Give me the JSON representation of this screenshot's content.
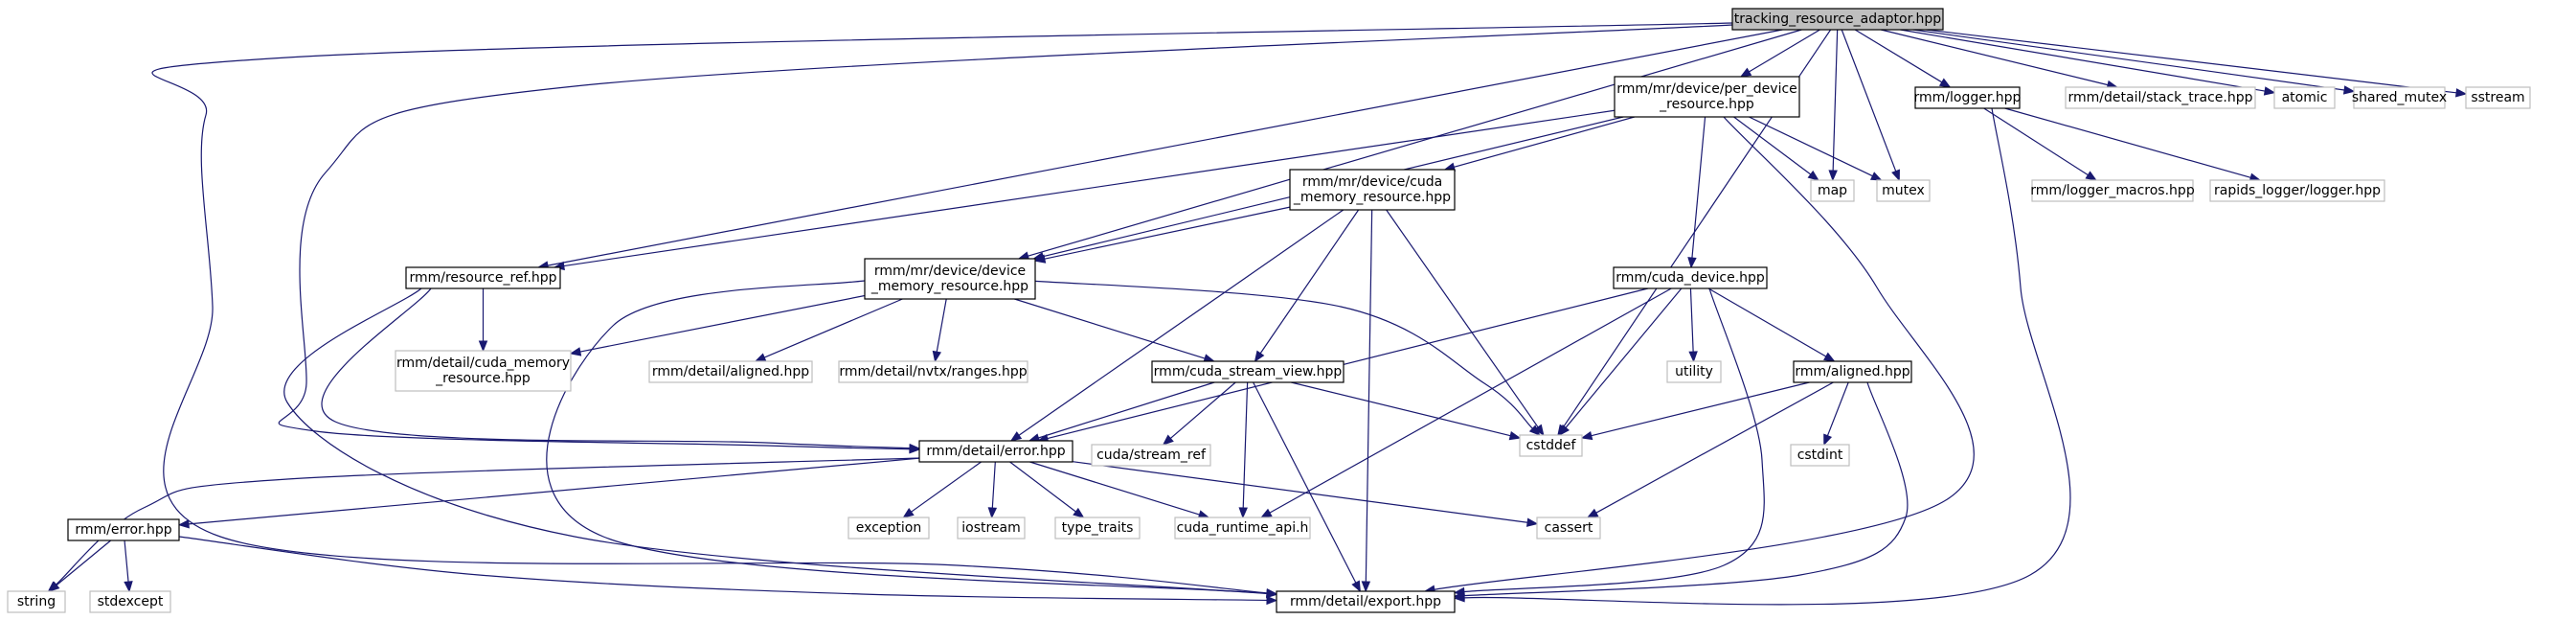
{
  "diagram": {
    "title": "tracking_resource_adaptor.hpp",
    "colors": {
      "edge": "#191970",
      "root_fill": "#bfbfbf",
      "project_border": "#000000",
      "system_border": "#bfbfbf",
      "node_fill": "#ffffff"
    },
    "nodes": [
      {
        "id": "root",
        "lines": [
          "tracking_resource_adaptor.hpp"
        ],
        "kind": "root"
      },
      {
        "id": "per_device",
        "lines": [
          "rmm/mr/device/per_device",
          "_resource.hpp"
        ],
        "kind": "project"
      },
      {
        "id": "logger",
        "lines": [
          "rmm/logger.hpp"
        ],
        "kind": "project"
      },
      {
        "id": "stack_trace",
        "lines": [
          "rmm/detail/stack_trace.hpp"
        ],
        "kind": "system"
      },
      {
        "id": "atomic",
        "lines": [
          "atomic"
        ],
        "kind": "system"
      },
      {
        "id": "shared_mutex",
        "lines": [
          "shared_mutex"
        ],
        "kind": "system"
      },
      {
        "id": "sstream",
        "lines": [
          "sstream"
        ],
        "kind": "system"
      },
      {
        "id": "cuda_mr",
        "lines": [
          "rmm/mr/device/cuda",
          "_memory_resource.hpp"
        ],
        "kind": "project"
      },
      {
        "id": "map",
        "lines": [
          "map"
        ],
        "kind": "system"
      },
      {
        "id": "mutex",
        "lines": [
          "mutex"
        ],
        "kind": "system"
      },
      {
        "id": "logger_macros",
        "lines": [
          "rmm/logger_macros.hpp"
        ],
        "kind": "system"
      },
      {
        "id": "rapids_logger",
        "lines": [
          "rapids_logger/logger.hpp"
        ],
        "kind": "system"
      },
      {
        "id": "resource_ref",
        "lines": [
          "rmm/resource_ref.hpp"
        ],
        "kind": "project"
      },
      {
        "id": "device_mr",
        "lines": [
          "rmm/mr/device/device",
          "_memory_resource.hpp"
        ],
        "kind": "project"
      },
      {
        "id": "cuda_device",
        "lines": [
          "rmm/cuda_device.hpp"
        ],
        "kind": "project"
      },
      {
        "id": "detail_cuda_mr",
        "lines": [
          "rmm/detail/cuda_memory",
          "_resource.hpp"
        ],
        "kind": "system"
      },
      {
        "id": "detail_aligned",
        "lines": [
          "rmm/detail/aligned.hpp"
        ],
        "kind": "system"
      },
      {
        "id": "nvtx_ranges",
        "lines": [
          "rmm/detail/nvtx/ranges.hpp"
        ],
        "kind": "system"
      },
      {
        "id": "stream_view",
        "lines": [
          "rmm/cuda_stream_view.hpp"
        ],
        "kind": "project"
      },
      {
        "id": "utility",
        "lines": [
          "utility"
        ],
        "kind": "system"
      },
      {
        "id": "aligned",
        "lines": [
          "rmm/aligned.hpp"
        ],
        "kind": "project"
      },
      {
        "id": "cuda_stream_ref",
        "lines": [
          "cuda/stream_ref"
        ],
        "kind": "system"
      },
      {
        "id": "cstddef",
        "lines": [
          "cstddef"
        ],
        "kind": "system"
      },
      {
        "id": "cstdint",
        "lines": [
          "cstdint"
        ],
        "kind": "system"
      },
      {
        "id": "detail_error",
        "lines": [
          "rmm/detail/error.hpp"
        ],
        "kind": "project"
      },
      {
        "id": "error",
        "lines": [
          "rmm/error.hpp"
        ],
        "kind": "project"
      },
      {
        "id": "exception",
        "lines": [
          "exception"
        ],
        "kind": "system"
      },
      {
        "id": "iostream",
        "lines": [
          "iostream"
        ],
        "kind": "system"
      },
      {
        "id": "type_traits",
        "lines": [
          "type_traits"
        ],
        "kind": "system"
      },
      {
        "id": "cuda_runtime",
        "lines": [
          "cuda_runtime_api.h"
        ],
        "kind": "system"
      },
      {
        "id": "cassert",
        "lines": [
          "cassert"
        ],
        "kind": "system"
      },
      {
        "id": "string",
        "lines": [
          "string"
        ],
        "kind": "system"
      },
      {
        "id": "stdexcept",
        "lines": [
          "stdexcept"
        ],
        "kind": "system"
      },
      {
        "id": "export",
        "lines": [
          "rmm/detail/export.hpp"
        ],
        "kind": "project"
      }
    ],
    "edges": [
      [
        "root",
        "per_device"
      ],
      [
        "root",
        "logger"
      ],
      [
        "root",
        "stack_trace"
      ],
      [
        "root",
        "atomic"
      ],
      [
        "root",
        "shared_mutex"
      ],
      [
        "root",
        "sstream"
      ],
      [
        "root",
        "map"
      ],
      [
        "root",
        "mutex"
      ],
      [
        "root",
        "cstddef"
      ],
      [
        "root",
        "resource_ref"
      ],
      [
        "root",
        "device_mr"
      ],
      [
        "root",
        "detail_error"
      ],
      [
        "root",
        "export"
      ],
      [
        "per_device",
        "cuda_mr"
      ],
      [
        "per_device",
        "map"
      ],
      [
        "per_device",
        "mutex"
      ],
      [
        "per_device",
        "resource_ref"
      ],
      [
        "per_device",
        "device_mr"
      ],
      [
        "per_device",
        "cuda_device"
      ],
      [
        "per_device",
        "export"
      ],
      [
        "logger",
        "logger_macros"
      ],
      [
        "logger",
        "rapids_logger"
      ],
      [
        "logger",
        "export"
      ],
      [
        "cuda_mr",
        "device_mr"
      ],
      [
        "cuda_mr",
        "stream_view"
      ],
      [
        "cuda_mr",
        "detail_error"
      ],
      [
        "cuda_mr",
        "cstddef"
      ],
      [
        "cuda_mr",
        "export"
      ],
      [
        "resource_ref",
        "detail_cuda_mr"
      ],
      [
        "resource_ref",
        "detail_error"
      ],
      [
        "resource_ref",
        "export"
      ],
      [
        "device_mr",
        "detail_cuda_mr"
      ],
      [
        "device_mr",
        "detail_aligned"
      ],
      [
        "device_mr",
        "nvtx_ranges"
      ],
      [
        "device_mr",
        "stream_view"
      ],
      [
        "device_mr",
        "cstddef"
      ],
      [
        "device_mr",
        "export"
      ],
      [
        "cuda_device",
        "detail_error"
      ],
      [
        "cuda_device",
        "utility"
      ],
      [
        "cuda_device",
        "aligned"
      ],
      [
        "cuda_device",
        "cstddef"
      ],
      [
        "cuda_device",
        "cuda_runtime"
      ],
      [
        "cuda_device",
        "export"
      ],
      [
        "stream_view",
        "detail_error"
      ],
      [
        "stream_view",
        "cuda_stream_ref"
      ],
      [
        "stream_view",
        "cstddef"
      ],
      [
        "stream_view",
        "cuda_runtime"
      ],
      [
        "stream_view",
        "export"
      ],
      [
        "aligned",
        "cstddef"
      ],
      [
        "aligned",
        "cstdint"
      ],
      [
        "aligned",
        "cassert"
      ],
      [
        "aligned",
        "export"
      ],
      [
        "detail_error",
        "error"
      ],
      [
        "detail_error",
        "exception"
      ],
      [
        "detail_error",
        "iostream"
      ],
      [
        "detail_error",
        "type_traits"
      ],
      [
        "detail_error",
        "cuda_runtime"
      ],
      [
        "detail_error",
        "cassert"
      ],
      [
        "detail_error",
        "string"
      ],
      [
        "error",
        "string"
      ],
      [
        "error",
        "stdexcept"
      ],
      [
        "error",
        "export"
      ]
    ]
  }
}
